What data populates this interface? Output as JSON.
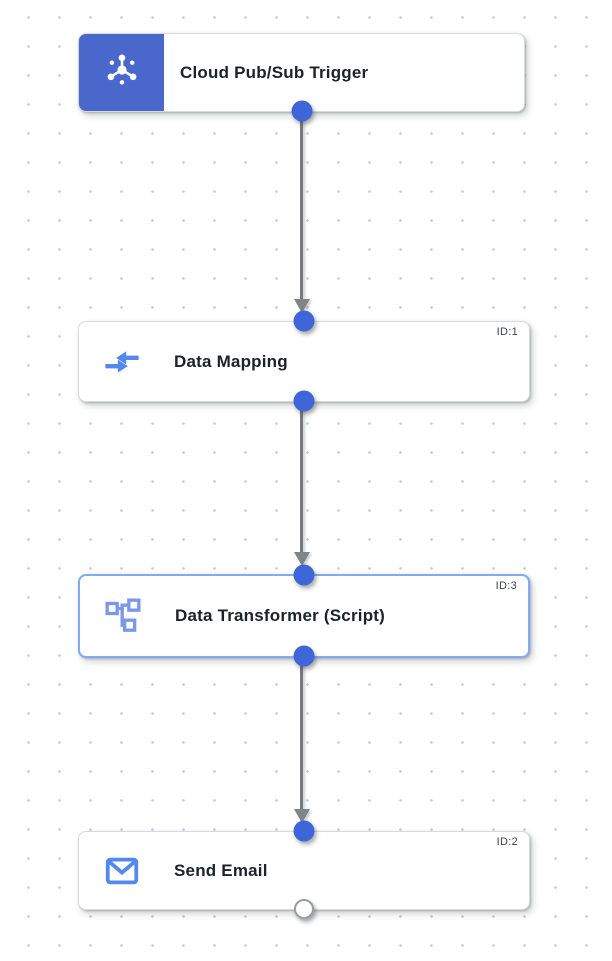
{
  "canvas": {
    "type": "integration-workflow-canvas",
    "grid_dot_color": "#cfd3d8",
    "background": "#ffffff"
  },
  "colors": {
    "trigger_block_blue": "#4a68cc",
    "port_blue": "#3f66d8",
    "selected_border_blue": "#7faaf7",
    "icon_blue": "#4f87f2",
    "transformer_icon_periwinkle": "#7d97e8",
    "edge_gray": "#76797e",
    "title_text": "#1f2125",
    "id_text": "#3f4347"
  },
  "nodes": [
    {
      "title": "Cloud Pub/Sub Trigger",
      "id_badge": "",
      "icon": "pubsub-trigger-icon",
      "kind": "trigger",
      "selected": false
    },
    {
      "title": "Data Mapping",
      "id_badge": "ID:1",
      "icon": "data-mapping-icon",
      "kind": "task",
      "selected": false
    },
    {
      "title": "Data Transformer (Script)",
      "id_badge": "ID:3",
      "icon": "data-transformer-icon",
      "kind": "task",
      "selected": true
    },
    {
      "title": "Send Email",
      "id_badge": "ID:2",
      "icon": "send-email-icon",
      "kind": "task",
      "selected": false
    }
  ],
  "edges": [
    {
      "from": "Cloud Pub/Sub Trigger",
      "to": "Data Mapping"
    },
    {
      "from": "Data Mapping",
      "to": "Data Transformer (Script)"
    },
    {
      "from": "Data Transformer (Script)",
      "to": "Send Email"
    }
  ]
}
